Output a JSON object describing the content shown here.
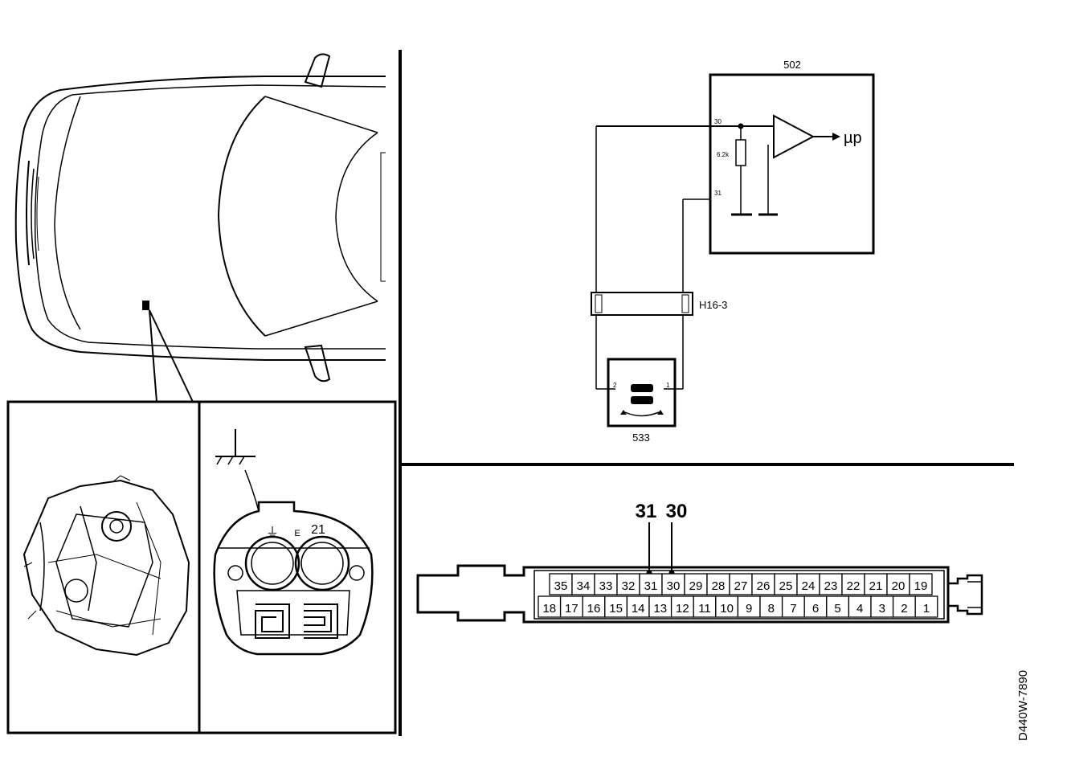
{
  "schematic": {
    "module_label": "502",
    "pin_30": "30",
    "pin_31": "31",
    "resistor_value": "6.2k",
    "output_label": "µp",
    "connector_label": "H16-3",
    "sensor_label": "533",
    "sensor_pin_left": "2",
    "sensor_pin_right": "1"
  },
  "sensor_closeup": {
    "ground_symbol": "⏚",
    "label_e": "E",
    "label_21": "21"
  },
  "ecu_connector": {
    "highlight_left": "31",
    "highlight_right": "30",
    "top_row": [
      "35",
      "34",
      "33",
      "32",
      "31",
      "30",
      "29",
      "28",
      "27",
      "26",
      "25",
      "24",
      "23",
      "22",
      "21",
      "20",
      "19"
    ],
    "bottom_row": [
      "18",
      "17",
      "16",
      "15",
      "14",
      "13",
      "12",
      "11",
      "10",
      "9",
      "8",
      "7",
      "6",
      "5",
      "4",
      "3",
      "2",
      "1"
    ]
  },
  "reference": "D440W-7890"
}
